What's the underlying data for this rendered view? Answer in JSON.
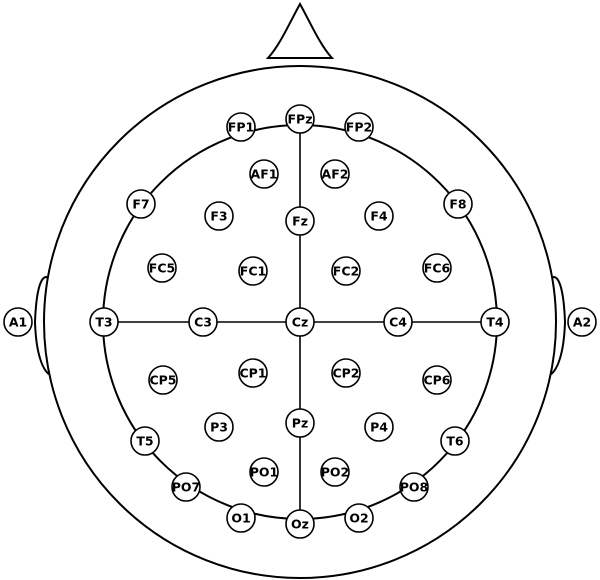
{
  "electrodes": [
    {
      "id": "fp1",
      "label": "FP1"
    },
    {
      "id": "fpz",
      "label": "FPz"
    },
    {
      "id": "fp2",
      "label": "FP2"
    },
    {
      "id": "af1",
      "label": "AF1"
    },
    {
      "id": "af2",
      "label": "AF2"
    },
    {
      "id": "f7",
      "label": "F7"
    },
    {
      "id": "f3",
      "label": "F3"
    },
    {
      "id": "fz",
      "label": "Fz"
    },
    {
      "id": "f4",
      "label": "F4"
    },
    {
      "id": "f8",
      "label": "F8"
    },
    {
      "id": "fc5",
      "label": "FC5"
    },
    {
      "id": "fc1",
      "label": "FC1"
    },
    {
      "id": "fc2",
      "label": "FC2"
    },
    {
      "id": "fc6",
      "label": "FC6"
    },
    {
      "id": "a1",
      "label": "A1"
    },
    {
      "id": "t3",
      "label": "T3"
    },
    {
      "id": "c3",
      "label": "C3"
    },
    {
      "id": "cz",
      "label": "Cz"
    },
    {
      "id": "c4",
      "label": "C4"
    },
    {
      "id": "t4",
      "label": "T4"
    },
    {
      "id": "a2",
      "label": "A2"
    },
    {
      "id": "cp5",
      "label": "CP5"
    },
    {
      "id": "cp1",
      "label": "CP1"
    },
    {
      "id": "cp2",
      "label": "CP2"
    },
    {
      "id": "cp6",
      "label": "CP6"
    },
    {
      "id": "t5",
      "label": "T5"
    },
    {
      "id": "p3",
      "label": "P3"
    },
    {
      "id": "pz",
      "label": "Pz"
    },
    {
      "id": "p4",
      "label": "P4"
    },
    {
      "id": "t6",
      "label": "T6"
    },
    {
      "id": "po7",
      "label": "PO7"
    },
    {
      "id": "po1",
      "label": "PO1"
    },
    {
      "id": "po2",
      "label": "PO2"
    },
    {
      "id": "po8",
      "label": "PO8"
    },
    {
      "id": "o1",
      "label": "O1"
    },
    {
      "id": "oz",
      "label": "Oz"
    },
    {
      "id": "o2",
      "label": "O2"
    }
  ]
}
